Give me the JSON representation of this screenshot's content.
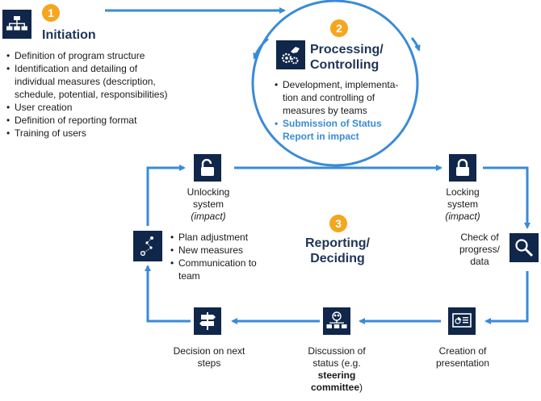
{
  "phase1": {
    "number": "1",
    "title": "Initiation",
    "items": [
      "Definition of program structure",
      "Identification and detailing of individual measures (description, schedule, potential, responsibilities)",
      "User creation",
      "Definition of reporting format",
      "Training of users"
    ]
  },
  "phase2": {
    "number": "2",
    "title_line1": "Processing/",
    "title_line2": "Controlling",
    "item1": "Development, implementa-tion and controlling of measures by teams",
    "item2": "Submission of Status Report in impact"
  },
  "phase3": {
    "number": "3",
    "title_line1": "Reporting/",
    "title_line2": "Deciding"
  },
  "steps": {
    "unlocking_line1": "Unlocking",
    "unlocking_line2": "system",
    "unlocking_line3": "(impact)",
    "locking_line1": "Locking",
    "locking_line2": "system",
    "locking_line3": "(impact)",
    "check_line1": "Check of",
    "check_line2": "progress/",
    "check_line3": "data",
    "creation_line1": "Creation of",
    "creation_line2": "presentation",
    "discussion_line1": "Discussion of",
    "discussion_line2": "status (e.g.",
    "discussion_line3": "steering",
    "discussion_line4": "committee",
    "discussion_suffix": ")",
    "decision_line1": "Decision on next",
    "decision_line2": "steps"
  },
  "adjust_items": [
    "Plan adjustment",
    "New measures",
    "Communication to team"
  ],
  "colors": {
    "arrow": "#3a8bd6",
    "icon_bg": "#10264a",
    "badge": "#f5a61e",
    "title": "#1d3557"
  },
  "icons": [
    "org-chart-icon",
    "gears-hand-icon",
    "unlocked-padlock-icon",
    "locked-padlock-icon",
    "magnifier-icon",
    "presentation-icon",
    "meeting-icon",
    "signpost-icon",
    "path-nodes-icon"
  ]
}
